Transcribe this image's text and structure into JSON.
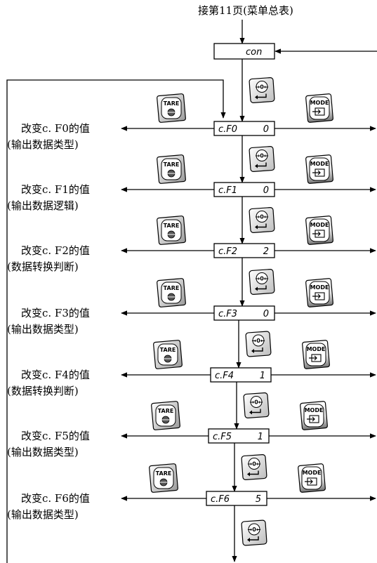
{
  "header": {
    "note": "接第11页(菜单总表)"
  },
  "top_display": "con",
  "buttons": {
    "tare": "TARE",
    "mode": "MODE",
    "zero": "→0←"
  },
  "steps": [
    {
      "display_code": "c.F0",
      "display_value": "0",
      "label": "改变c. F0的值",
      "sublabel": "(输出数据类型)"
    },
    {
      "display_code": "c.F1",
      "display_value": "0",
      "label": "改变c. F1的值",
      "sublabel": "(输出数据逻辑)"
    },
    {
      "display_code": "c.F2",
      "display_value": "2",
      "label": "改变c. F2的值",
      "sublabel": "(数据转换判断)"
    },
    {
      "display_code": "c.F3",
      "display_value": "0",
      "label": "改变c. F3的值",
      "sublabel": "(输出数据类型)"
    },
    {
      "display_code": "c.F4",
      "display_value": "1",
      "label": "改变c. F4的值",
      "sublabel": "(数据转换判断)"
    },
    {
      "display_code": "c.F5",
      "display_value": "1",
      "label": "改变c. F5的值",
      "sublabel": "(输出数据类型)"
    },
    {
      "display_code": "c.F6",
      "display_value": "5",
      "label": "改变c. F6的值",
      "sublabel": "(输出数据类型)"
    }
  ]
}
